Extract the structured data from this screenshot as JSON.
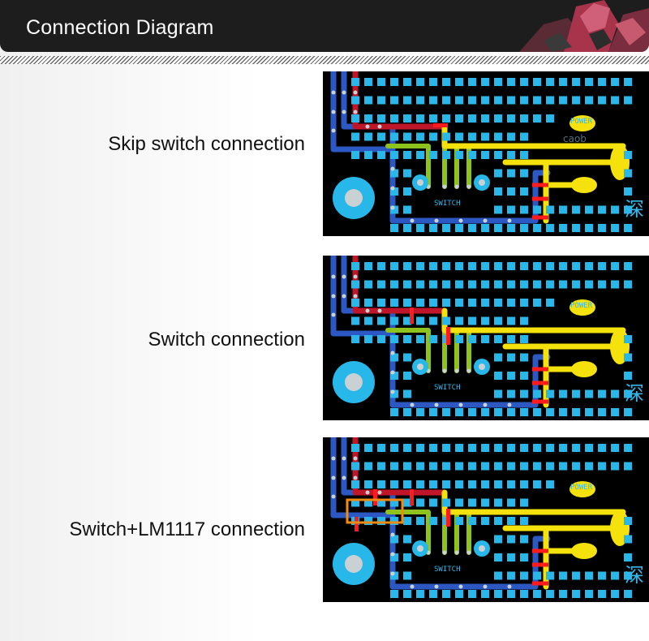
{
  "header": {
    "title": "Connection Diagram"
  },
  "diagrams": [
    {
      "label": "Skip switch connection",
      "power_text": "POWER",
      "switch_text": "SWITCH",
      "watermark": "caob",
      "side_char": "深"
    },
    {
      "label": "Switch connection",
      "power_text": "POWER",
      "switch_text": "SWITCH",
      "side_char": "深"
    },
    {
      "label": "Switch+LM1117 connection",
      "power_text": "POWER",
      "switch_text": "SWITCH",
      "side_char": "深"
    }
  ],
  "colors": {
    "board": "#000000",
    "pad": "#27b7e8",
    "pad_hole": "#c9d1d4",
    "trace_red": "#c0162a",
    "trace_green": "#8ec21c",
    "trace_yellow": "#f5e20d",
    "trace_blue": "#2b58c2",
    "jumper": "#ff1b1b",
    "highlight": "#f08a12",
    "silk": "#39b5e6",
    "header_bg": "#1d1d1d"
  }
}
